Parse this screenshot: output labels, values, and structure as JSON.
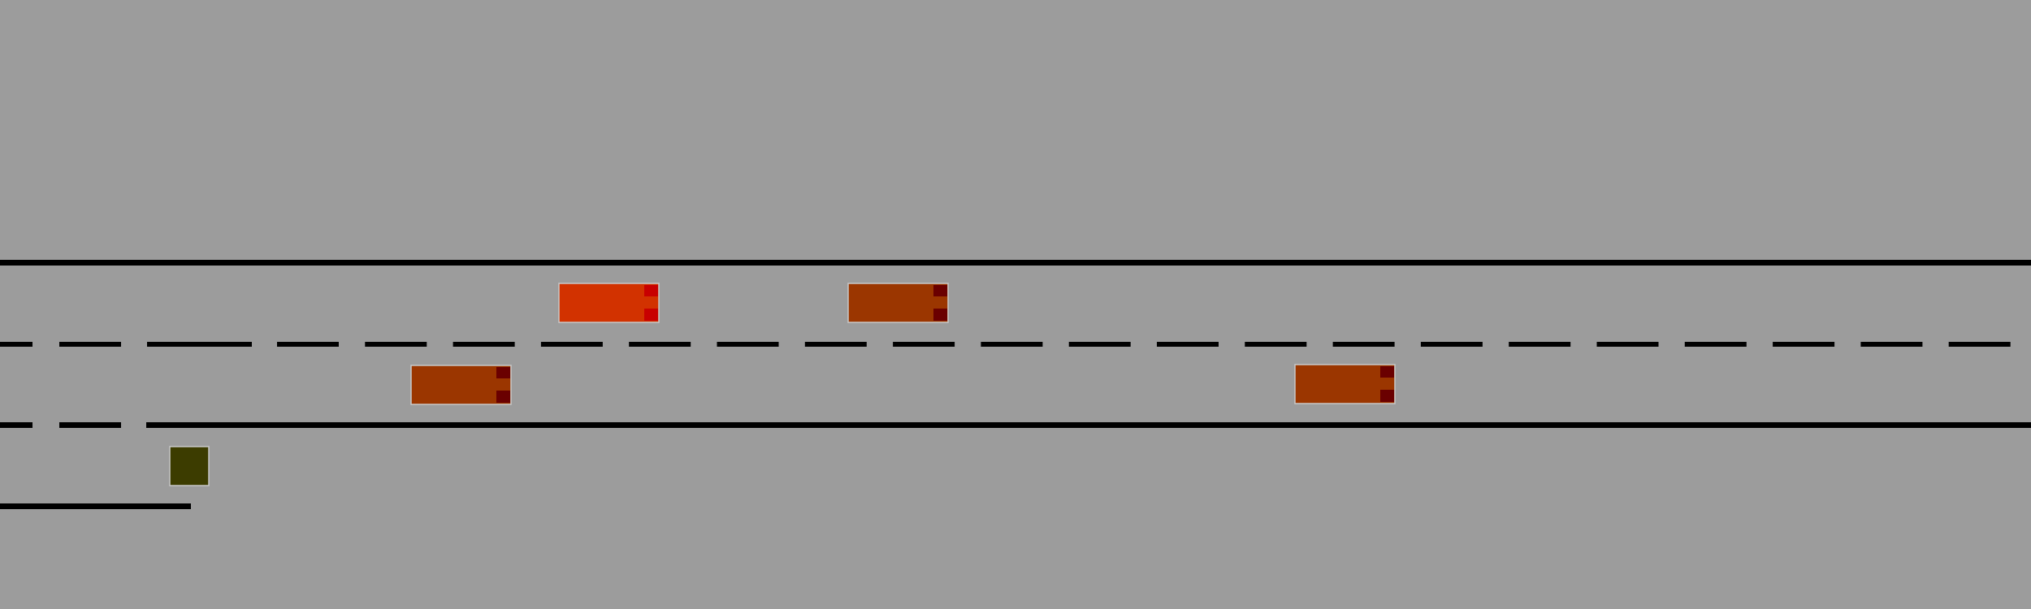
{
  "scene": {
    "type": "highway-driving-simulation",
    "view": "top-down",
    "background_color": "#9c9c9c",
    "lane_marking_color": "#000000",
    "lanes": [
      {
        "name": "upper-lane",
        "divider_after": "dashed"
      },
      {
        "name": "lower-lane",
        "divider_after": "dashed-then-solid"
      },
      {
        "name": "on-ramp",
        "ends": true
      }
    ],
    "vehicles": [
      {
        "id": "ego-vehicle",
        "role": "ego",
        "lane": "upper-lane",
        "color": "#d23200",
        "light_color": "#c80000",
        "heading": "right"
      },
      {
        "id": "other-vehicle-1",
        "role": "traffic",
        "lane": "upper-lane",
        "color": "#9b3600",
        "light_color": "#6a0000",
        "heading": "right"
      },
      {
        "id": "other-vehicle-2",
        "role": "traffic",
        "lane": "lower-lane",
        "color": "#9b3600",
        "light_color": "#6a0000",
        "heading": "right"
      },
      {
        "id": "other-vehicle-3",
        "role": "traffic",
        "lane": "lower-lane",
        "color": "#9b3600",
        "light_color": "#6a0000",
        "heading": "right"
      }
    ],
    "obstacles": [
      {
        "id": "ramp-obstacle",
        "lane": "on-ramp",
        "color": "#3c3c00"
      }
    ]
  }
}
